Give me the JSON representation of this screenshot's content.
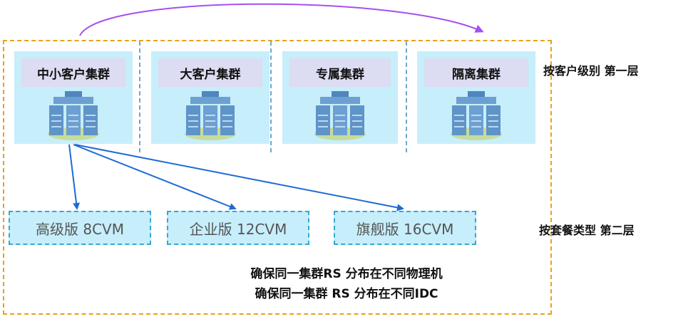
{
  "clusters": [
    {
      "label": "中小客户集群",
      "icon": "server-rack-icon"
    },
    {
      "label": "大客户集群",
      "icon": "server-rack-icon"
    },
    {
      "label": "专属集群",
      "icon": "server-rack-icon"
    },
    {
      "label": "隔离集群",
      "icon": "server-rack-icon"
    }
  ],
  "plans": [
    {
      "label": "高级版  8CVM"
    },
    {
      "label": "企业版 12CVM"
    },
    {
      "label": "旗舰版 16CVM"
    }
  ],
  "layers": {
    "first": "按客户级别 第一层",
    "second": "按套餐类型 第二层"
  },
  "notes": [
    "确保同一集群RS 分布在不同物理机",
    "确保同一集群 RS 分布在不同IDC"
  ],
  "colors": {
    "outer_border": "#e8a21a",
    "cluster_fill": "#c7eefb",
    "label_fill": "#dcdcf2",
    "arrow_blue": "#1e6ad6",
    "arc_purple": "#a64ff0"
  }
}
